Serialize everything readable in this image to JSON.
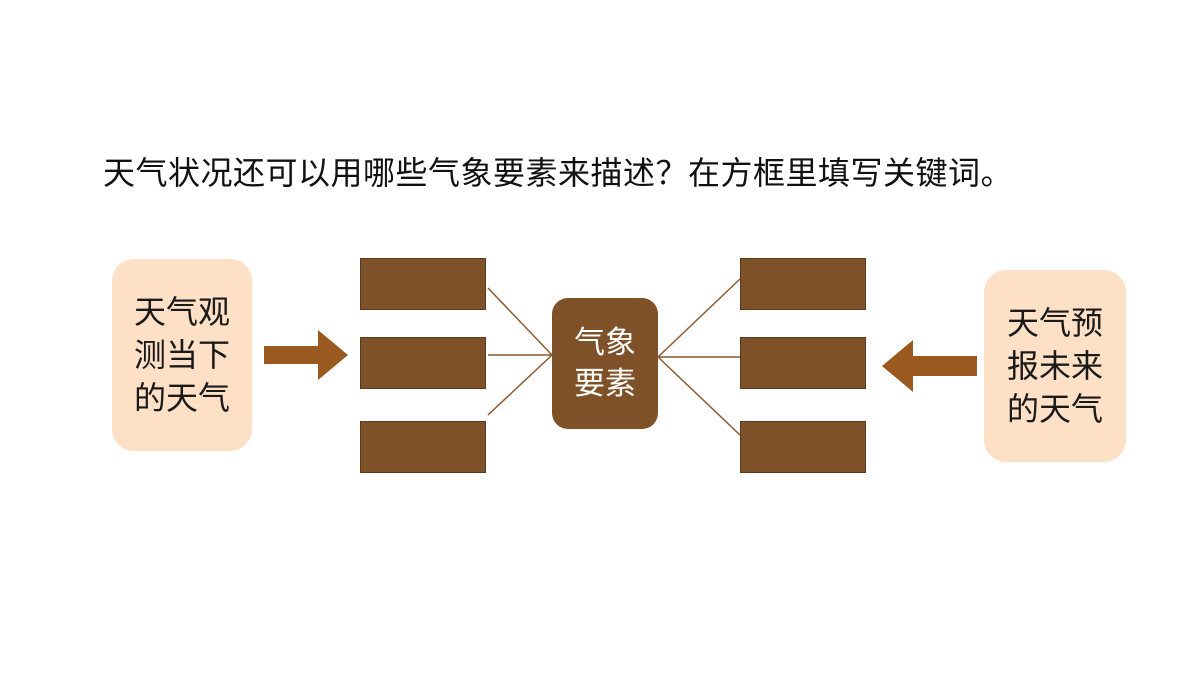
{
  "question": "天气状况还可以用哪些气象要素来描述？在方框里填写关键词。",
  "left_box": {
    "text": "天气观测当下的天气"
  },
  "right_box": {
    "text": "天气预报未来的天气"
  },
  "center_box": {
    "text": "气象要素"
  },
  "colors": {
    "slot": "#7f5128",
    "center": "#7f5128",
    "side_box": "#fde0c5",
    "arrow": "#99591f",
    "connector": "#8a5a30"
  }
}
